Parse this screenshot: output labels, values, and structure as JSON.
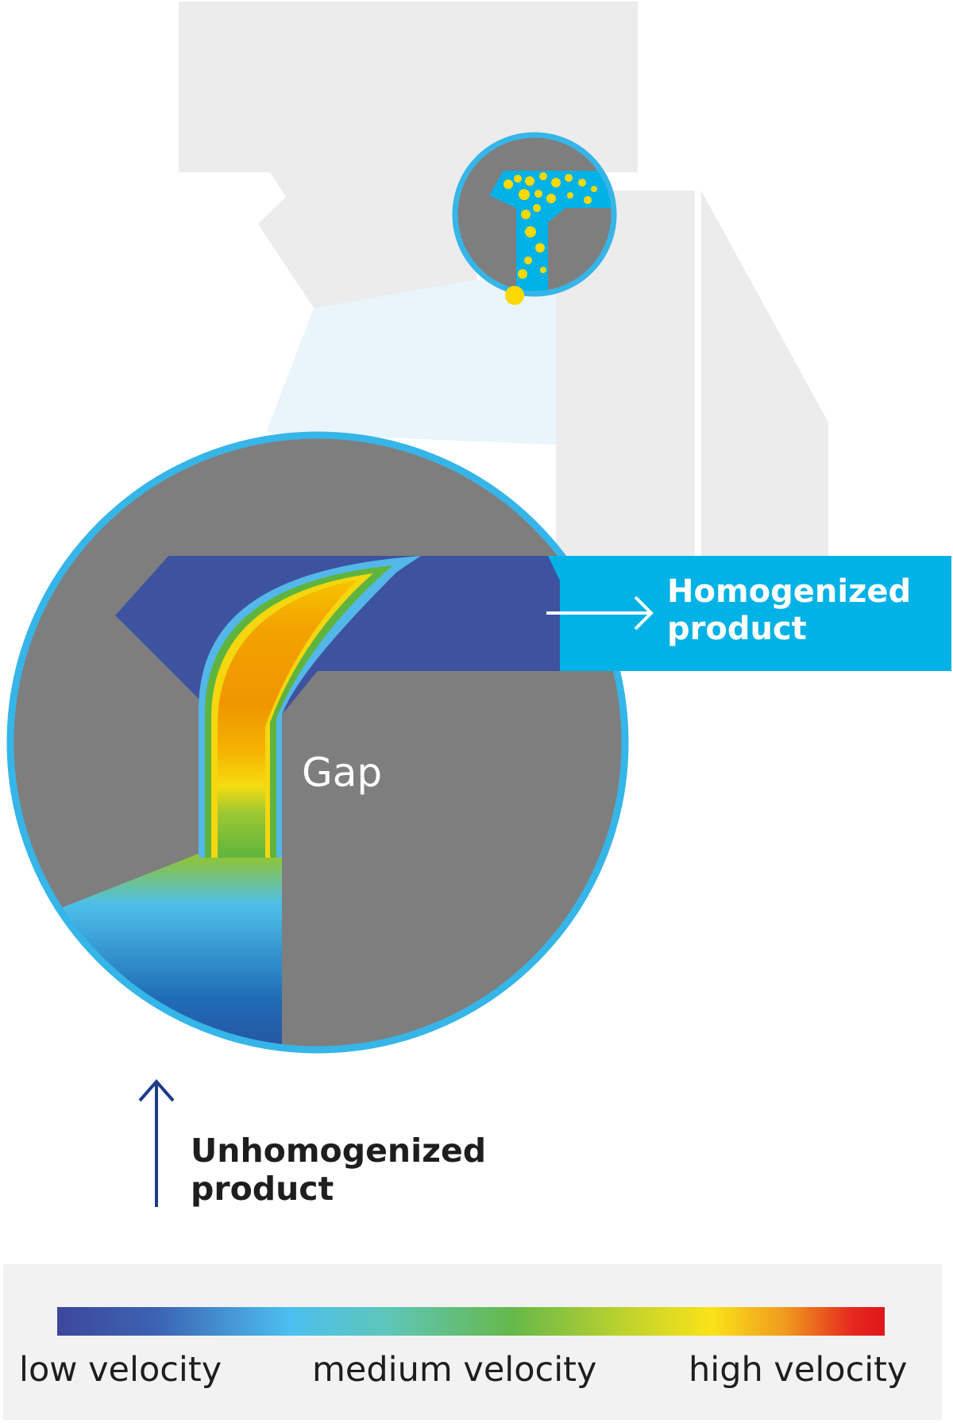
{
  "labels": {
    "homogenized_line1": "Homogenized",
    "homogenized_line2": "product",
    "gap": "Gap",
    "unhomogenized_line1": "Unhomogenized",
    "unhomogenized_line2": "product"
  },
  "legend": {
    "low": "low velocity",
    "medium": "medium velocity",
    "high": "high velocity"
  },
  "colors": {
    "machine_gray": "#ececec",
    "metal_gray": "#7f7e7e",
    "accent_blue": "#00b2e6",
    "circle_outline": "#36b5e8",
    "channel_blue": "#3e53a0",
    "particle_yellow": "#fcd900",
    "arrow_navy": "#1f3a8a"
  }
}
